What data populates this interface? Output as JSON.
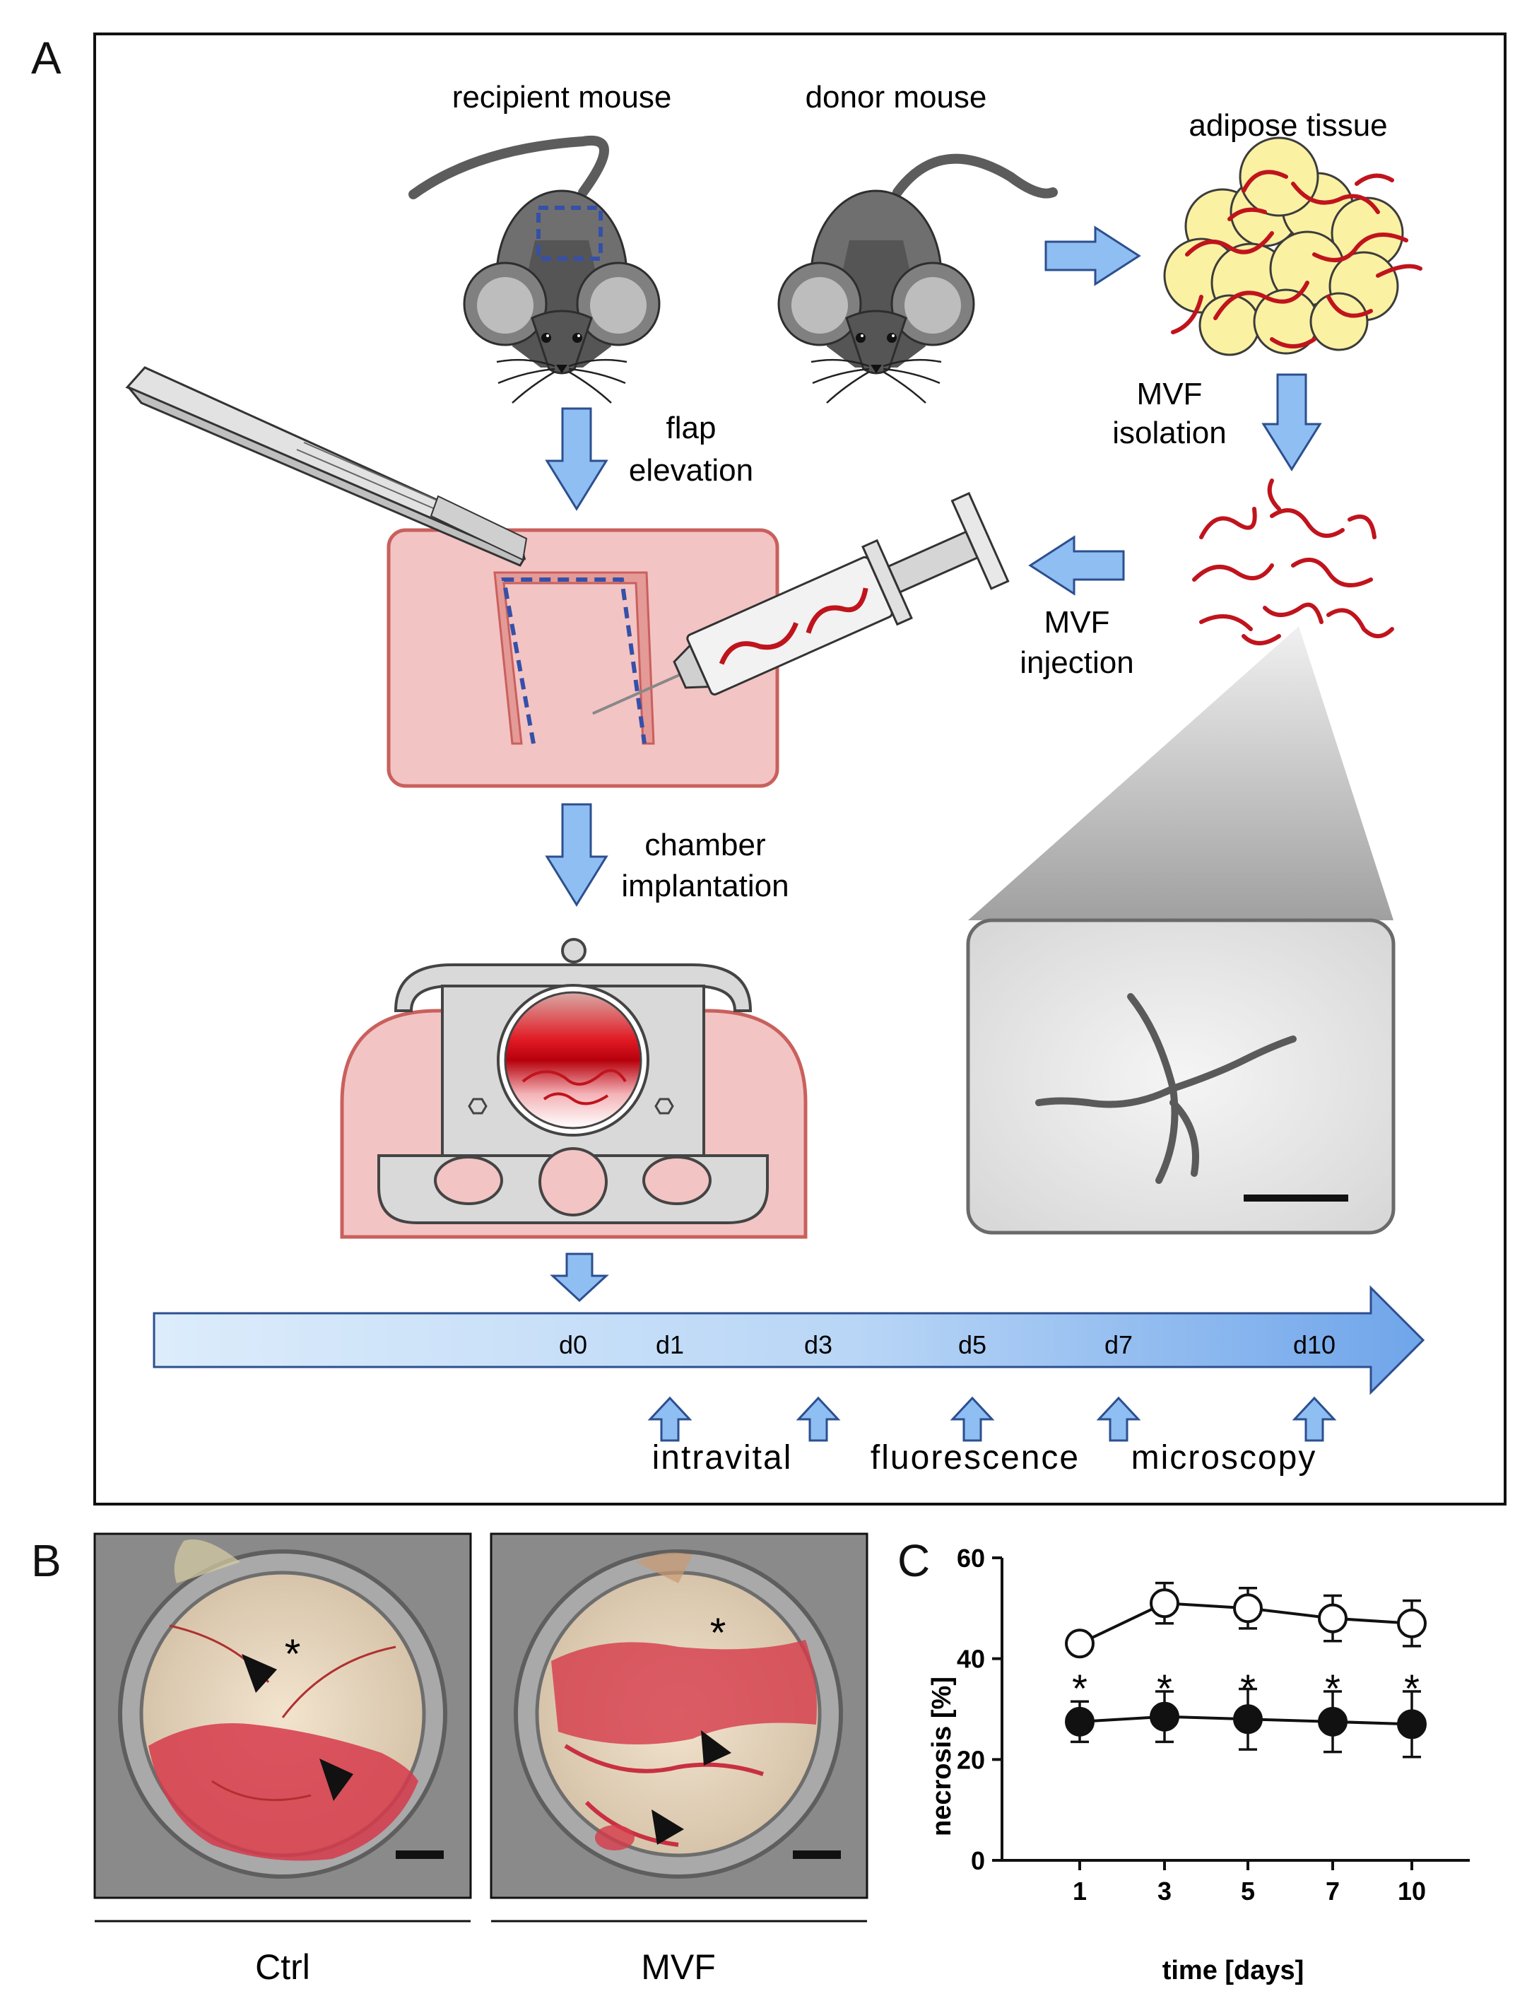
{
  "panels": {
    "a": "A",
    "b": "B",
    "c": "C"
  },
  "panel_a": {
    "recipient_label": "recipient mouse",
    "donor_label": "donor mouse",
    "adipose_label": "adipose tissue",
    "flap_line1": "flap",
    "flap_line2": "elevation",
    "isolation_line1": "MVF",
    "isolation_line2": "isolation",
    "injection_line1": "MVF",
    "injection_line2": "injection",
    "chamber_line1": "chamber",
    "chamber_line2": "implantation",
    "timeline_days": [
      "d0",
      "d1",
      "d3",
      "d5",
      "d7",
      "d10"
    ],
    "imaging_words": [
      "intravital",
      "fluorescence",
      "microscopy"
    ]
  },
  "panel_b": {
    "ctrl_label": "Ctrl",
    "mvf_label": "MVF",
    "necrosis_marker": "*"
  },
  "colors": {
    "arrow_blue": "#8fbef2",
    "tissue_pink": "#f3c4c4",
    "tissue_edge": "#c9605d",
    "vessel_red": "#c0141d",
    "fat_yellow": "#fbf1a2",
    "mouse_gray": "#6f6f6f",
    "chamber_gray": "#d9d9d9"
  },
  "chart_data": {
    "type": "line",
    "xlabel": "time [days]",
    "ylabel": "necrosis [%]",
    "categories": [
      "1",
      "3",
      "5",
      "7",
      "10"
    ],
    "yticks": [
      "0",
      "20",
      "40",
      "60"
    ],
    "ylim": [
      0,
      60
    ],
    "series": [
      {
        "marker": "open-circle",
        "values": [
          43,
          51,
          50,
          48,
          47
        ],
        "error": [
          2,
          4,
          4,
          4.5,
          4.5
        ]
      },
      {
        "marker": "filled-circle",
        "values": [
          27.5,
          28.5,
          28,
          27.5,
          27
        ],
        "error": [
          4,
          5,
          6,
          6,
          6.5
        ]
      }
    ],
    "significance_marker": "*",
    "grid": false,
    "legend": "none"
  }
}
